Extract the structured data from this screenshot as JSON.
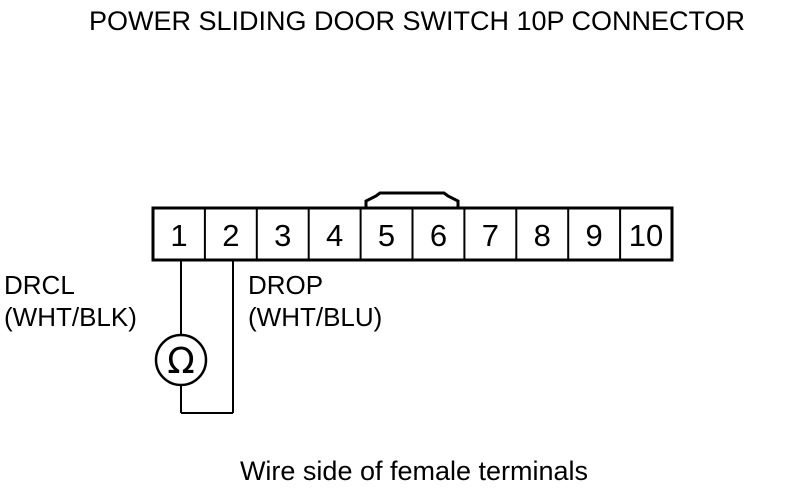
{
  "title": "POWER SLIDING DOOR SWITCH 10P CONNECTOR",
  "connector": {
    "pins": [
      "1",
      "2",
      "3",
      "4",
      "5",
      "6",
      "7",
      "8",
      "9",
      "10"
    ]
  },
  "wires": {
    "drcl": {
      "name": "DRCL",
      "color": "(WHT/BLK)"
    },
    "drop": {
      "name": "DROP",
      "color": "(WHT/BLU)"
    }
  },
  "meter": {
    "symbol": "Ω",
    "icon": "ohmmeter-icon"
  },
  "caption": "Wire side of female terminals"
}
